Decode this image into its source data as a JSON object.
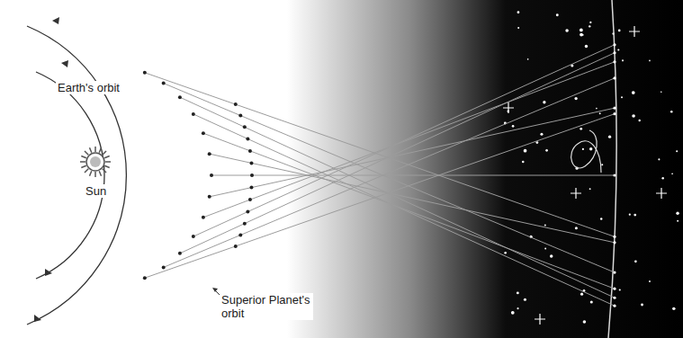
{
  "diagram": {
    "labels": [
      "Earth's orbit",
      "Sun",
      "Superior Planet's orbit"
    ]
  }
}
